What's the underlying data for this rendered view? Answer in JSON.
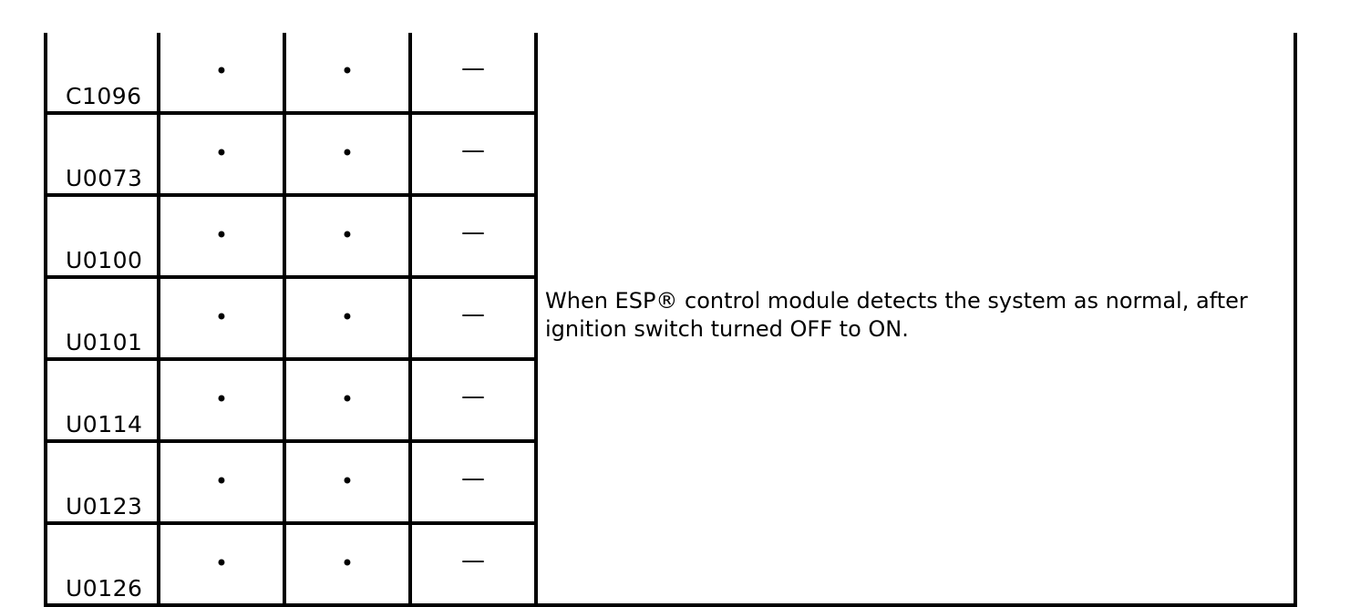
{
  "rows": [
    {
      "code": "C1096",
      "col1": "•",
      "col2": "•",
      "col3": "—"
    },
    {
      "code": "U0073",
      "col1": "•",
      "col2": "•",
      "col3": "—"
    },
    {
      "code": "U0100",
      "col1": "•",
      "col2": "•",
      "col3": "—"
    },
    {
      "code": "U0101",
      "col1": "•",
      "col2": "•",
      "col3": "—"
    },
    {
      "code": "U0114",
      "col1": "•",
      "col2": "•",
      "col3": "—"
    },
    {
      "code": "U0123",
      "col1": "•",
      "col2": "•",
      "col3": "—"
    },
    {
      "code": "U0126",
      "col1": "•",
      "col2": "•",
      "col3": "—"
    }
  ],
  "condition_text": "When ESP® control module detects the system as normal, after ignition switch turned OFF to ON."
}
